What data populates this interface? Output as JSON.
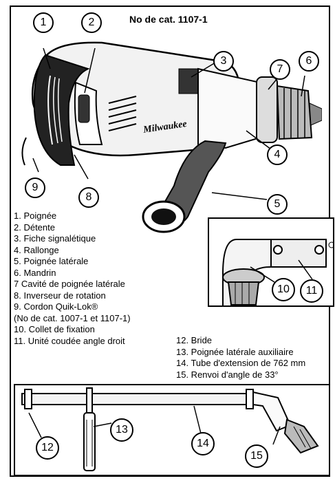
{
  "title": "No de cat. 1107-1",
  "brand_mark": "Milwaukee",
  "callouts": {
    "c1": "1",
    "c2": "2",
    "c3": "3",
    "c4": "4",
    "c5": "5",
    "c6": "6",
    "c7": "7",
    "c8": "8",
    "c9": "9",
    "c10": "10",
    "c11": "11",
    "c12": "12",
    "c13": "13",
    "c14": "14",
    "c15": "15"
  },
  "legend_left": [
    "1.  Poignée",
    "2.  Détente",
    "3.  Fiche signalétique",
    "4.  Rallonge",
    "5.  Poignée latérale",
    "6.  Mandrin",
    "7   Cavité de poignée latérale",
    "8.  Inverseur de rotation",
    "9.  Cordon Quik-Lok®",
    "     (No de cat. 1007-1 et 1107-1)",
    "10. Collet de fixation",
    "11. Unité coudée angle droit"
  ],
  "legend_right": [
    "12. Bride",
    "13. Poignée latérale auxiliaire",
    "14. Tube d'extension de 762 mm",
    "15. Renvoi d'angle de 33°"
  ]
}
